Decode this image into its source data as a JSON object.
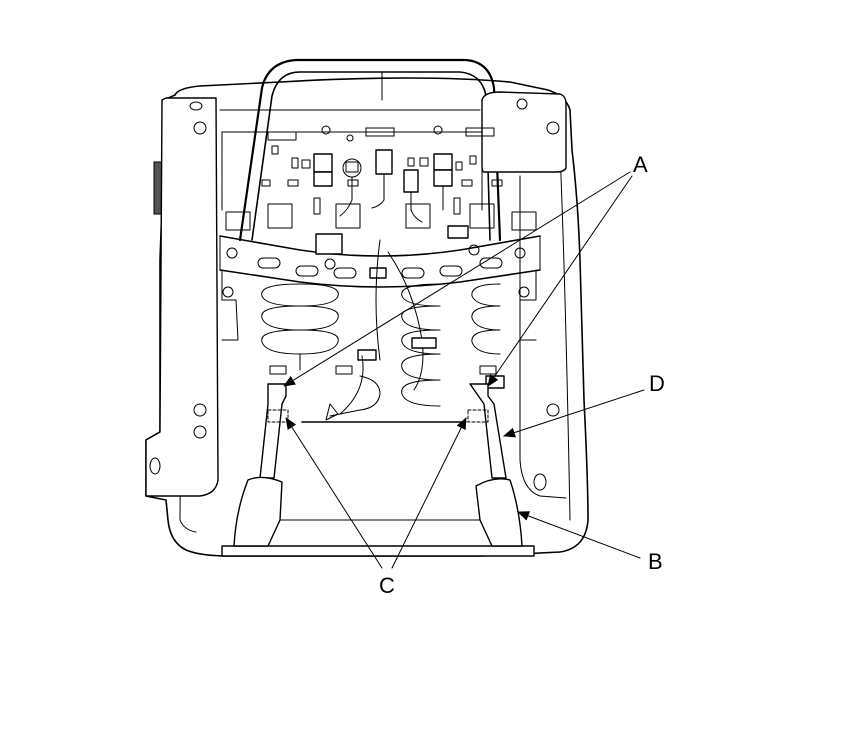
{
  "callouts": {
    "a": "A",
    "b": "B",
    "c": "C",
    "d": "D"
  },
  "colors": {
    "line": "#000000",
    "background": "#ffffff",
    "frame_mark": "#555555"
  }
}
